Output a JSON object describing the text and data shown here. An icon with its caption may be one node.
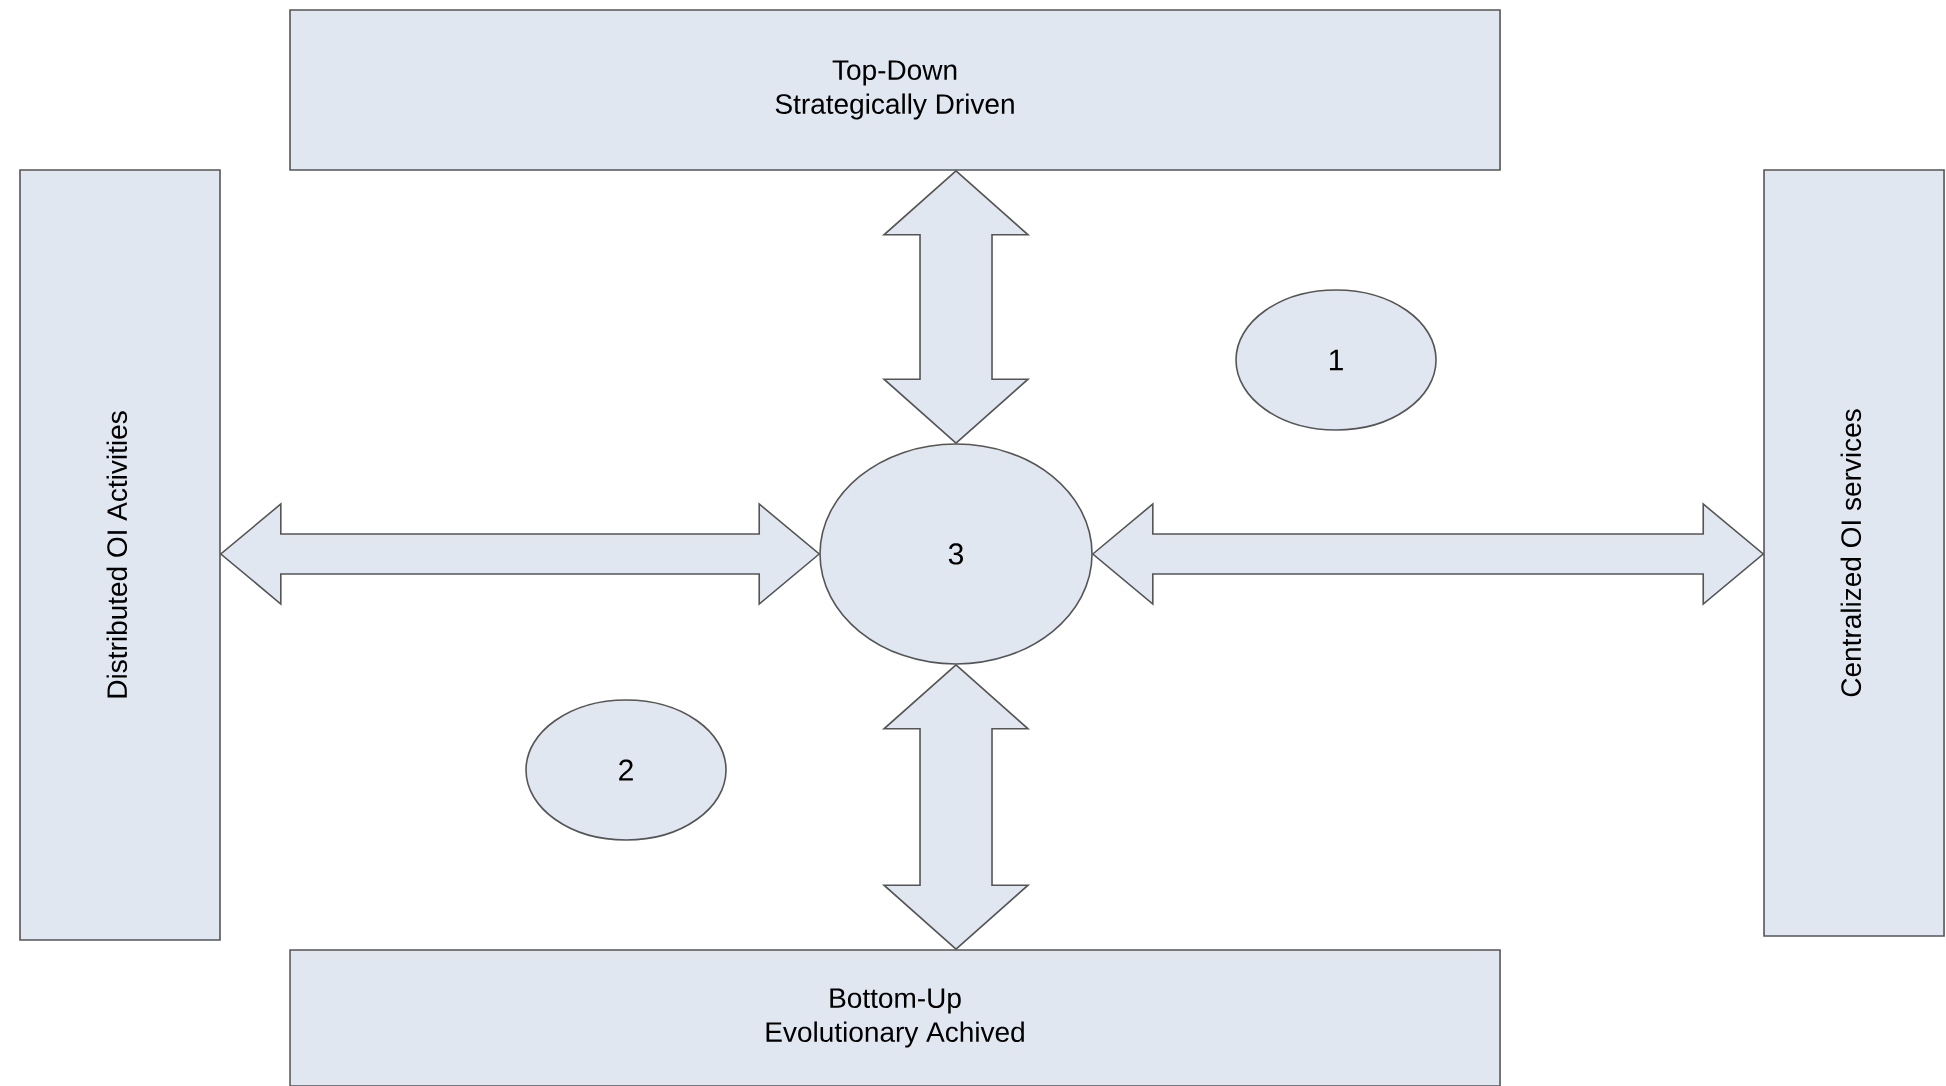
{
  "diagram": {
    "nodes": [
      {
        "text": [
          "Top-Down",
          "Strategically Driven"
        ]
      },
      {
        "text": [
          "Distributed OI Activities"
        ]
      },
      {
        "text": [
          "Centralized OI services"
        ]
      },
      {
        "text": [
          "Bottom-Up",
          "Evolutionary Achived"
        ]
      },
      {
        "text": [
          "1"
        ]
      },
      {
        "text": [
          "2"
        ]
      },
      {
        "text": [
          "3"
        ]
      }
    ],
    "edges": [
      {
        "from": 6,
        "to": 0,
        "arrow": "both"
      },
      {
        "from": 6,
        "to": 1,
        "arrow": "both"
      },
      {
        "from": 6,
        "to": 2,
        "arrow": "both"
      },
      {
        "from": 6,
        "to": 3,
        "arrow": "both"
      }
    ]
  }
}
